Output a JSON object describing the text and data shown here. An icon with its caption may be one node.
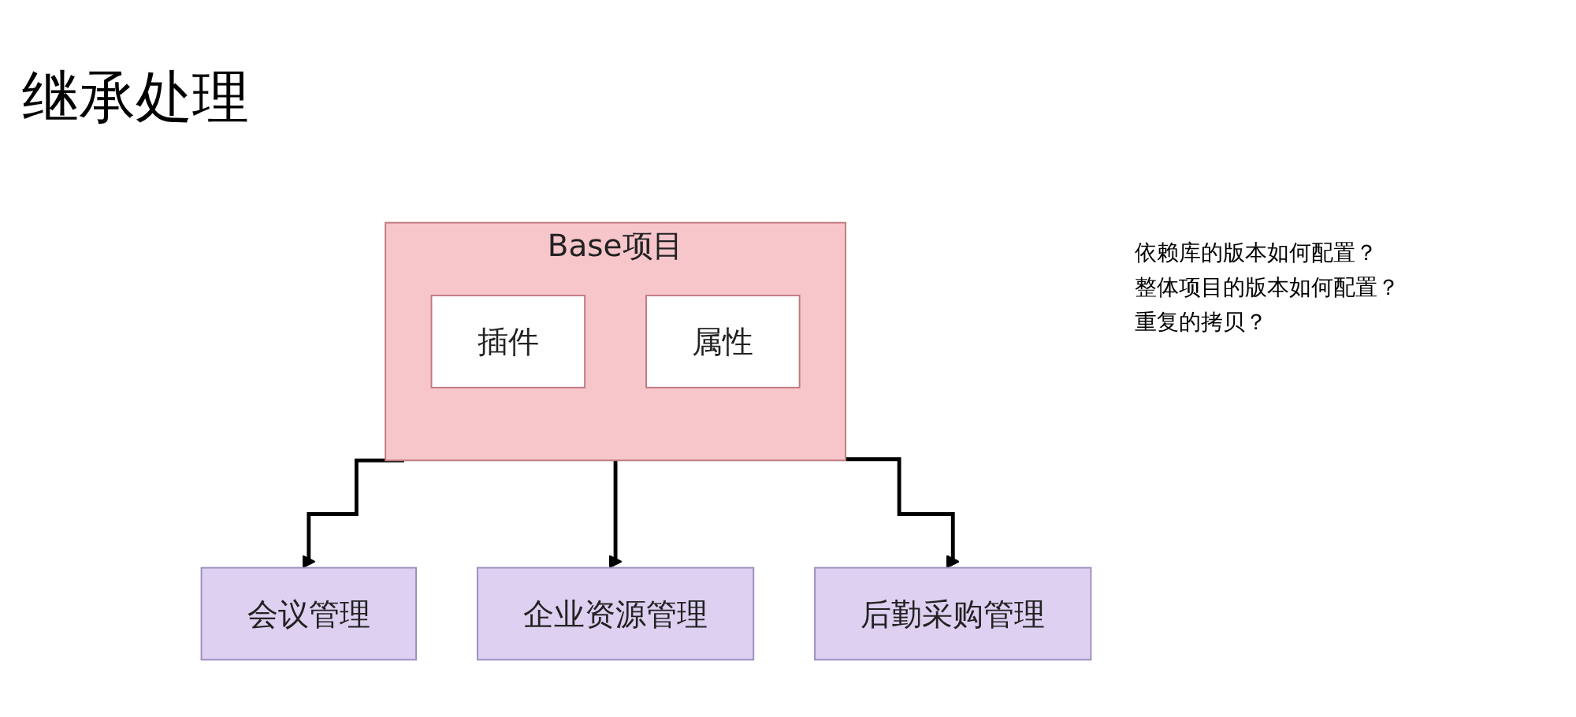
{
  "diagram": {
    "title": "继承处理",
    "nodes": [
      {
        "text": [
          "Base项目"
        ]
      },
      {
        "text": [
          "插件"
        ],
        "in": 0
      },
      {
        "text": [
          "属性"
        ],
        "in": 0
      },
      {
        "text": [
          "会议管理"
        ]
      },
      {
        "text": [
          "企业资源管理"
        ]
      },
      {
        "text": [
          "后勤采购管理"
        ]
      }
    ],
    "edges": [
      {
        "from": 0,
        "to": 3,
        "arrow": "to"
      },
      {
        "from": 0,
        "to": 4,
        "arrow": "to"
      },
      {
        "from": 0,
        "to": 5,
        "arrow": "to"
      }
    ],
    "labels": [
      "依赖库的版本如何配置？",
      "整体项目的版本如何配置？",
      "重复的拷贝？"
    ]
  }
}
